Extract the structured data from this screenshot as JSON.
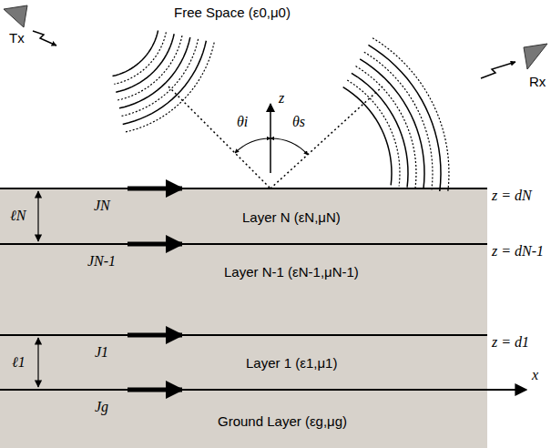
{
  "diagram": {
    "nodes": [
      {
        "text": [
          "Layer N (εN,μN)"
        ]
      },
      {
        "text": [
          "Layer N-1 (εN-1,μN-1)"
        ]
      },
      {
        "text": [
          "Layer 1 (ε1,μ1)"
        ]
      },
      {
        "text": [
          "Ground Layer (εg,μg)"
        ]
      }
    ],
    "labels": [
      "Tx",
      "Free Space (ε0,μ0)",
      "Rx",
      "z",
      "θi",
      "θs",
      "ℓN",
      "JN",
      "z = dN",
      "JN-1",
      "z = dN-1",
      "z = d1",
      "ℓ1",
      "J1",
      "Jg",
      "x"
    ]
  }
}
